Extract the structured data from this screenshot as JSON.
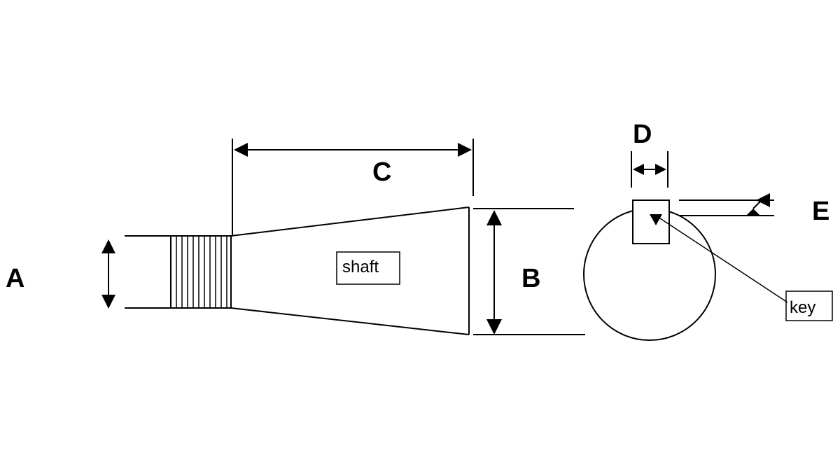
{
  "labels": {
    "a": "A",
    "b": "B",
    "c": "C",
    "d": "D",
    "e": "E",
    "shaft": "shaft",
    "key": "key"
  },
  "colors": {
    "background": "#ffffff",
    "stroke": "#000000"
  }
}
